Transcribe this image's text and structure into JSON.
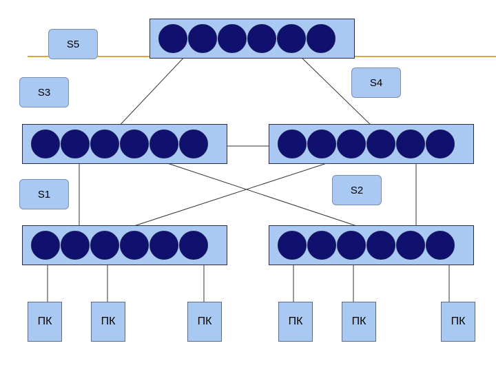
{
  "colors": {
    "switch_fill": "#a9c8f2",
    "port_fill": "#10106e",
    "label_fill": "#a9c8f2",
    "pc_fill": "#a9c8f2",
    "line": "#333333",
    "accent_line": "#d8a93c"
  },
  "labels": {
    "s5": "S5",
    "s4": "S4",
    "s3": "S3",
    "s2": "S2",
    "s1": "S1"
  },
  "pcs": [
    "ПК",
    "ПК",
    "ПК",
    "ПК",
    "ПК",
    "ПК"
  ]
}
